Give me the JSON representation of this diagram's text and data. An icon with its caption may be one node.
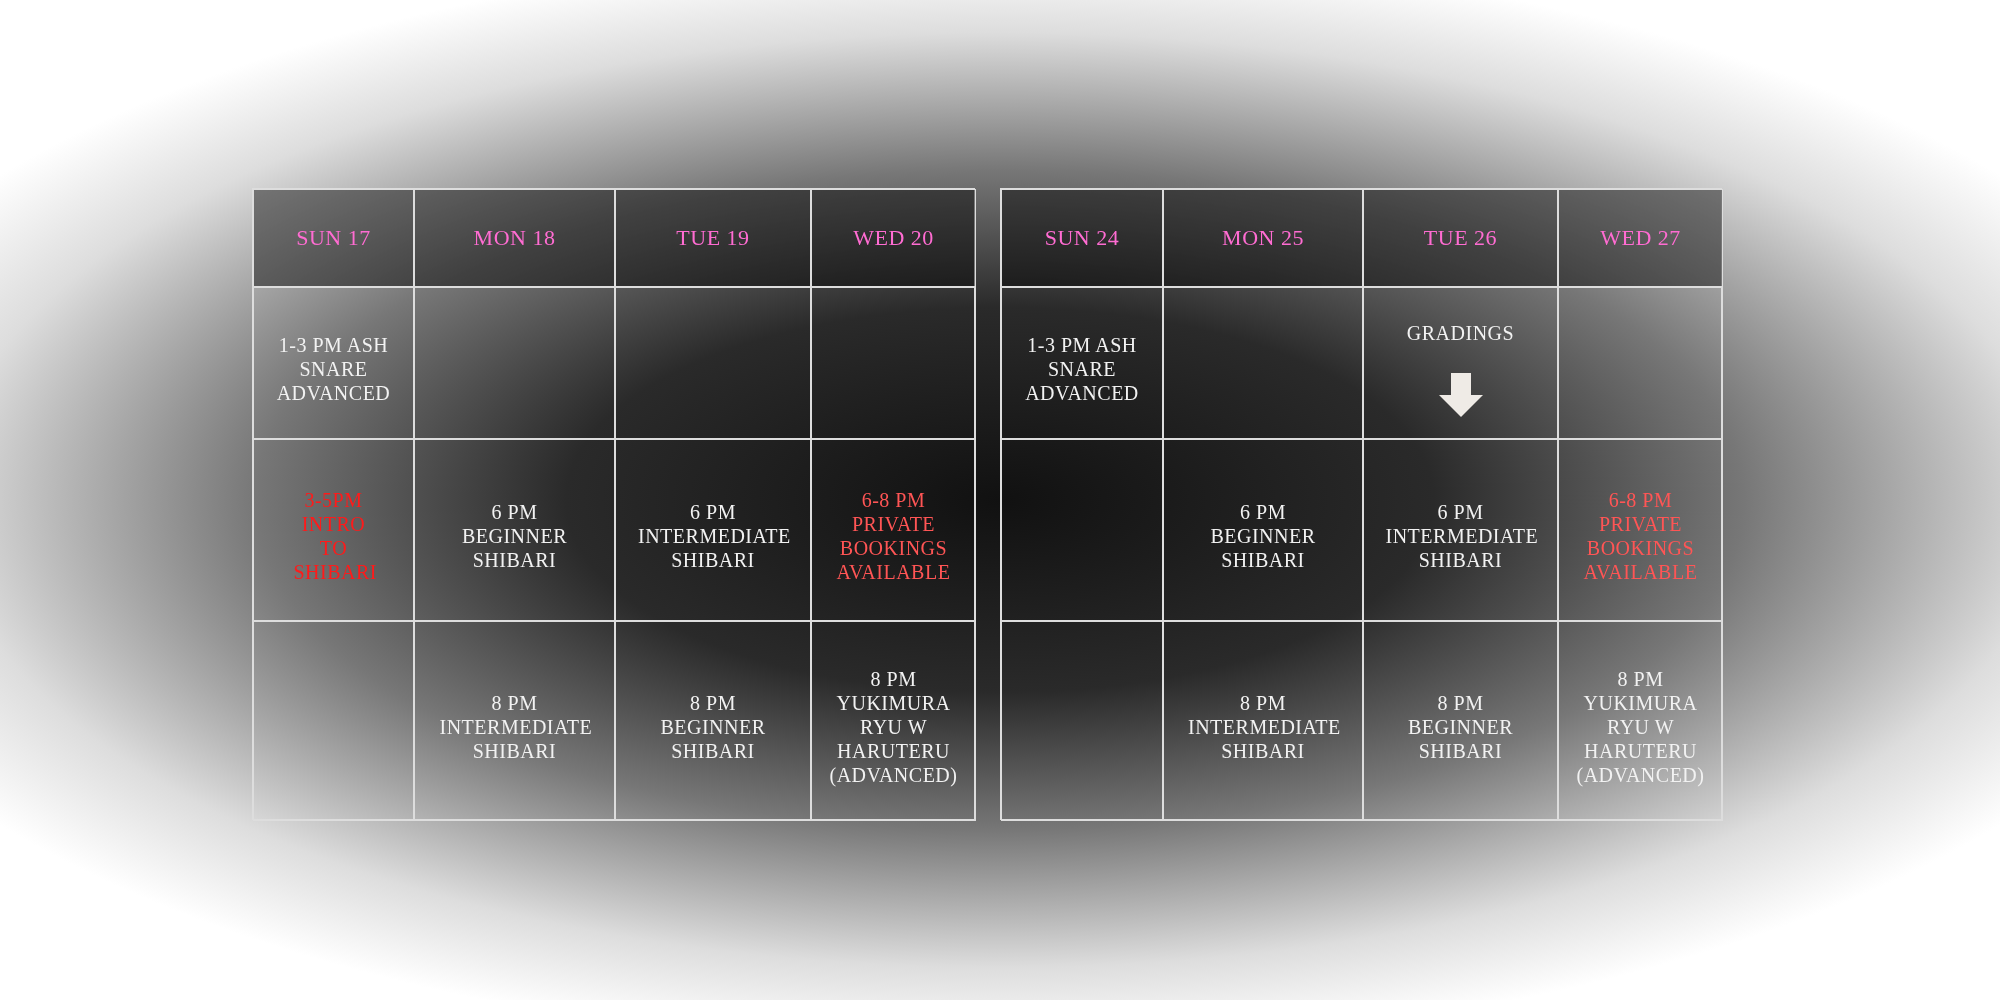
{
  "diagram": {
    "labels": [
      "SUN 17",
      "MON 18",
      "TUE 19",
      "WED 20",
      "1-3 PM ASH SNARE ADVANCED",
      "3-5PM INTRO TO SHIBARI",
      "6 PM BEGINNER SHIBARI",
      "6 PM INTERMEDIATE SHIBARI",
      "6-8 PM PRIVATE BOOKINGS AVAILABLE",
      "8 PM INTERMEDIATE SHIBARI",
      "8 PM BEGINNER SHIBARI",
      "8 PM YUKIMURA RYU W HARUTERU (ADVANCED)",
      "SUN 24",
      "MON 25",
      "TUE 26",
      "WED 27",
      "1-3 PM ASH SNARE ADVANCED",
      "GRADINGS",
      "6 PM BEGINNER SHIBARI",
      "6 PM INTERMEDIATE SHIBARI",
      "6-8 PM PRIVATE BOOKINGS AVAILABLE",
      "8 PM INTERMEDIATE SHIBARI",
      "8 PM BEGINNER SHIBARI",
      "8 PM YUKIMURA RYU W HARUTERU (ADVANCED)"
    ]
  }
}
